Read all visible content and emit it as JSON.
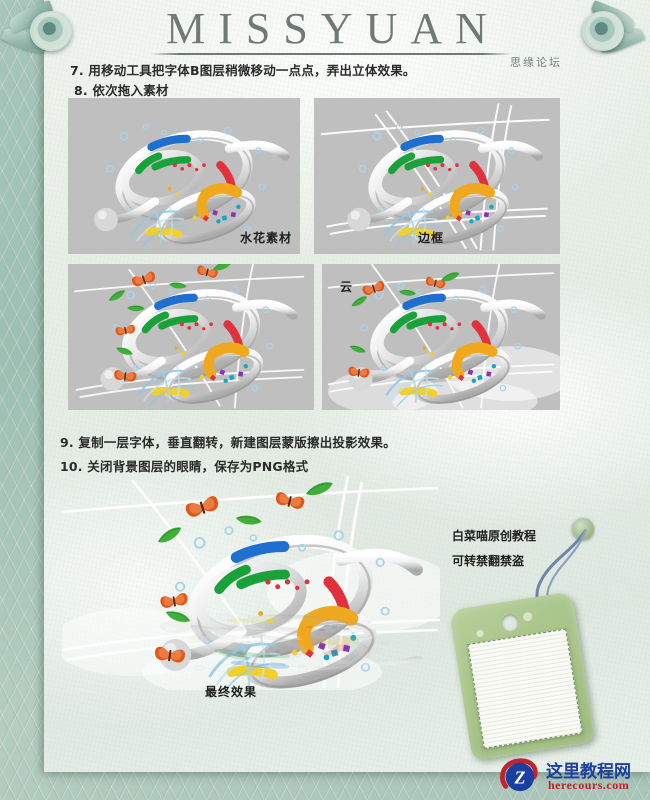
{
  "header": {
    "brand_title": "MISSYUAN",
    "forum_name": "思缘论坛"
  },
  "steps": [
    {
      "id": "step7",
      "text": "7. 用移动工具把字体B图层稍微移动一点点，弄出立体效果。"
    },
    {
      "id": "step8",
      "text": "8. 依次拖入素材"
    },
    {
      "id": "step9",
      "text": "9. 复制一层字体，垂直翻转，新建图层蒙版擦出投影效果。"
    },
    {
      "id": "step10",
      "text": "10. 关闭背景图层的眼睛，保存为PNG格式"
    }
  ],
  "panels": [
    {
      "caption": "水花素材"
    },
    {
      "caption": "边框"
    },
    {
      "caption": ""
    },
    {
      "caption": "云"
    }
  ],
  "final": {
    "caption": "最终效果"
  },
  "credits": {
    "line1": "白菜喵原创教程",
    "line2": "可转禁翻禁盗"
  },
  "logo": {
    "letter": "Z",
    "site_cn": "这里教程网",
    "site_url": "herecours.com"
  },
  "icons": {
    "rose_left": "paper-rose-icon",
    "rose_right": "paper-rose-icon",
    "tag": "hang-tag-icon",
    "string": "tag-string-icon"
  },
  "colors": {
    "page_border": "#a6c6bd",
    "paper": "#e9efe8",
    "panel_bg": "#bfbfbf",
    "brand_text": "#6f7a77",
    "logo_blue": "#1a3fa0",
    "logo_red": "#b5222a",
    "tag_green": "#a8c489"
  }
}
